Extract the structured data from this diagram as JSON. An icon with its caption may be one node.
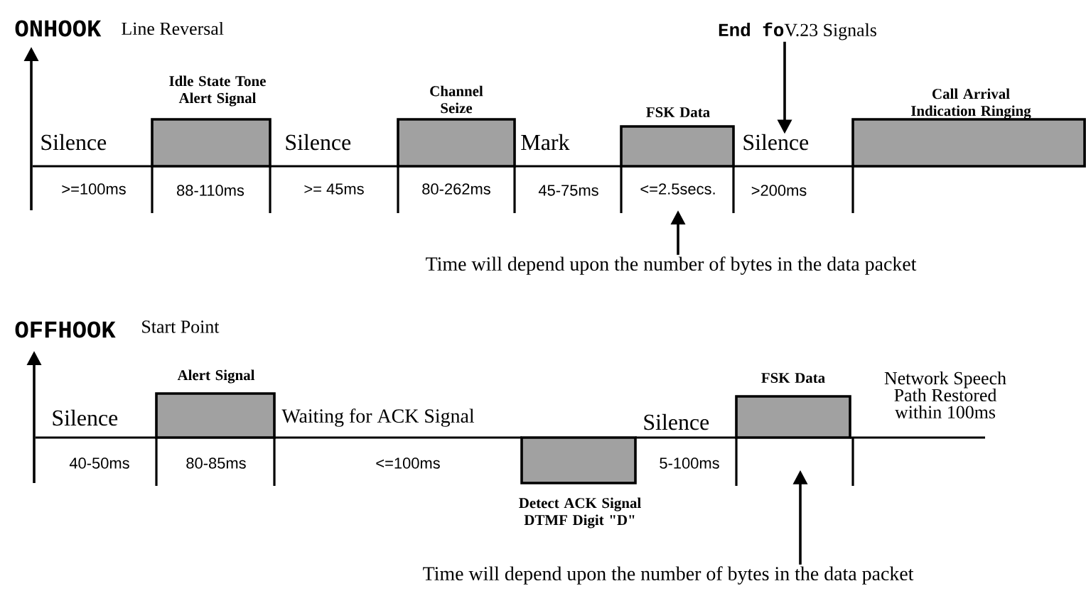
{
  "diagram": {
    "nodes": [
      {
        "text": [
          "Idle State Tone Alert Signal"
        ]
      },
      {
        "text": [
          "Channel Seize"
        ]
      },
      {
        "text": [
          "FSK Data"
        ]
      },
      {
        "text": [
          "Call Arrival Indication Ringing"
        ]
      },
      {
        "text": [
          "End fo",
          "V.23 Signals"
        ]
      },
      {
        "text": [
          "Time will depend upon the number of bytes in the data packet"
        ]
      },
      {
        "text": [
          "Alert Signal"
        ]
      },
      {
        "text": [
          "Detect ACK Signal DTMF Digit \"D\""
        ]
      },
      {
        "text": [
          "FSK Data"
        ]
      },
      {
        "text": [
          "Time will depend upon the number of bytes in the data packet"
        ]
      },
      {
        "text": [
          "Silence"
        ]
      }
    ],
    "edges": [
      {
        "from": 4,
        "to": 10,
        "arrow": "to"
      },
      {
        "from": 5,
        "to": null,
        "arrow": "to"
      },
      {
        "from": 9,
        "to": 8,
        "arrow": "to"
      }
    ],
    "labels": [
      "ONHOOK",
      "Line Reversal",
      "Silence",
      "Silence",
      "Mark",
      ">=100ms",
      "88-110ms",
      ">= 45ms",
      "80-262ms",
      "45-75ms",
      "<=2.5secs.",
      ">200ms",
      "OFFHOOK",
      "Start Point",
      "Silence",
      "Waiting for ACK Signal",
      "Silence",
      "Network Speech Path Restored within 100ms",
      "40-50ms",
      "80-85ms",
      "<=100ms",
      "5-100ms"
    ]
  }
}
